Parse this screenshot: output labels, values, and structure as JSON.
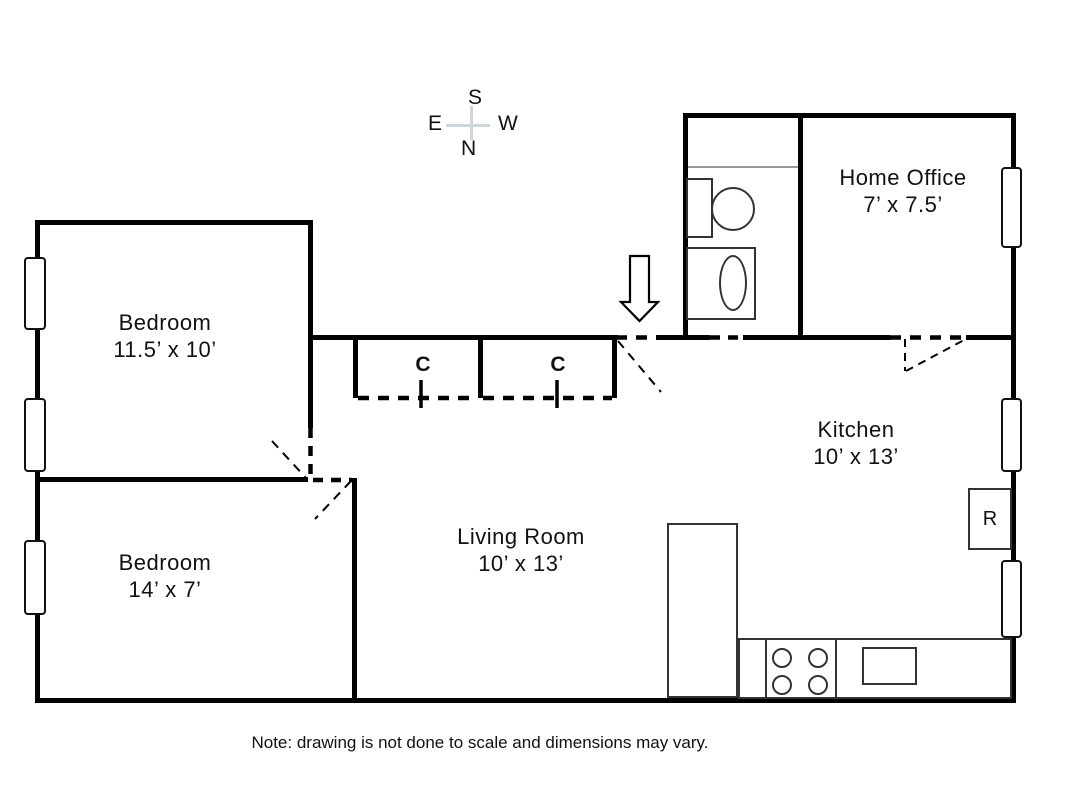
{
  "compass": {
    "top": "S",
    "left": "E",
    "right": "W",
    "bottom": "N"
  },
  "rooms": {
    "bedroom1": {
      "name": "Bedroom",
      "dims": "11.5’  x 10’"
    },
    "bedroom2": {
      "name": "Bedroom",
      "dims": "14’  x 7’"
    },
    "living_room": {
      "name": "Living Room",
      "dims": "10’  x 13’"
    },
    "kitchen": {
      "name": "Kitchen",
      "dims": "10’  x 13’"
    },
    "home_office": {
      "name": "Home Office",
      "dims": "7’  x 7.5’"
    }
  },
  "fixtures": {
    "closet1_label": "C",
    "closet2_label": "C",
    "refrigerator_label": "R"
  },
  "note": "Note: drawing is not done to scale and dimensions may vary.",
  "colors": {
    "wall": "#000000",
    "background": "#ffffff",
    "compass_cross": "#cdd6db",
    "bath_divider": "#999999",
    "fixture_outline": "#333333"
  }
}
